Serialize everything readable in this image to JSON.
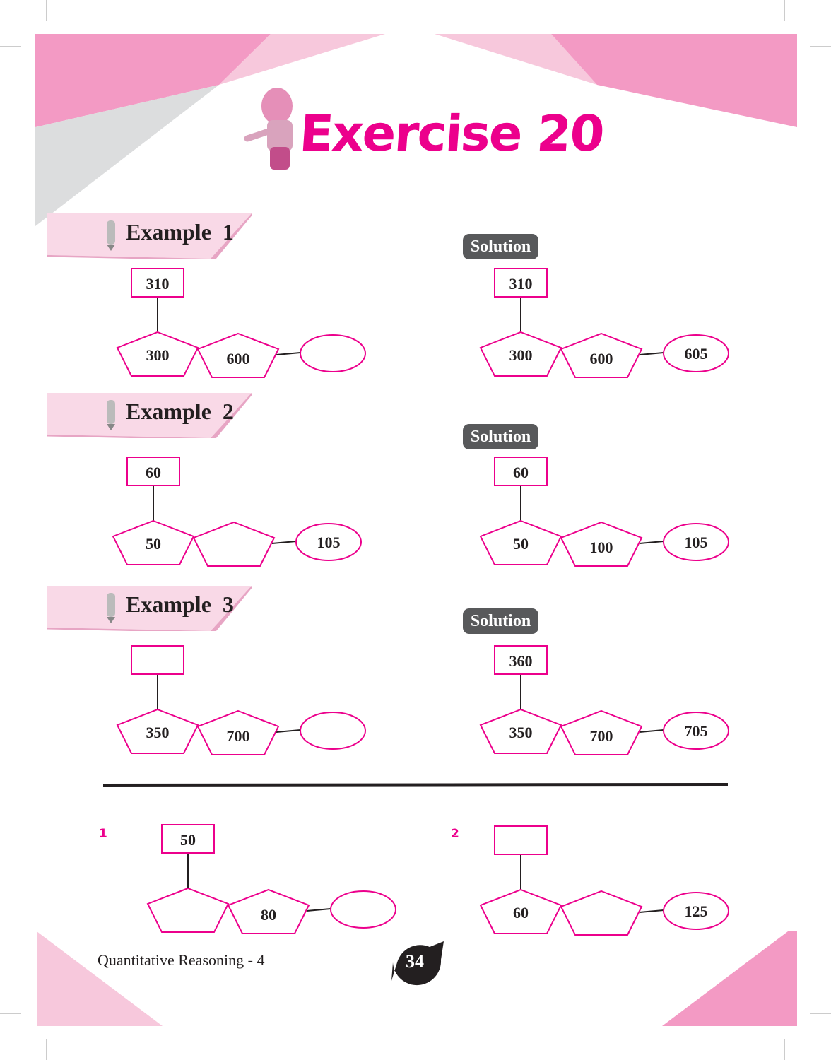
{
  "header": {
    "title": "Exercise 20"
  },
  "colors": {
    "accent": "#ec008c",
    "pink": "#f39ac4",
    "light_pink": "#f7c8dc",
    "badge": "#58595b"
  },
  "examples": [
    {
      "label": "Example  1",
      "solution_label": "Solution",
      "question": {
        "box": "310",
        "pentagon1": "300",
        "pentagon2": "600",
        "oval": ""
      },
      "answer": {
        "box": "310",
        "pentagon1": "300",
        "pentagon2": "600",
        "oval": "605"
      }
    },
    {
      "label": "Example  2",
      "solution_label": "Solution",
      "question": {
        "box": "60",
        "pentagon1": "50",
        "pentagon2": "",
        "oval": "105"
      },
      "answer": {
        "box": "60",
        "pentagon1": "50",
        "pentagon2": "100",
        "oval": "105"
      }
    },
    {
      "label": "Example  3",
      "solution_label": "Solution",
      "question": {
        "box": "",
        "pentagon1": "350",
        "pentagon2": "700",
        "oval": ""
      },
      "answer": {
        "box": "360",
        "pentagon1": "350",
        "pentagon2": "700",
        "oval": "705"
      }
    }
  ],
  "questions": [
    {
      "number": "1",
      "box": "50",
      "pentagon1": "",
      "pentagon2": "80",
      "oval": ""
    },
    {
      "number": "2",
      "box": "",
      "pentagon1": "60",
      "pentagon2": "",
      "oval": "125"
    }
  ],
  "footer": {
    "book": "Quantitative Reasoning - 4",
    "page": "34"
  }
}
